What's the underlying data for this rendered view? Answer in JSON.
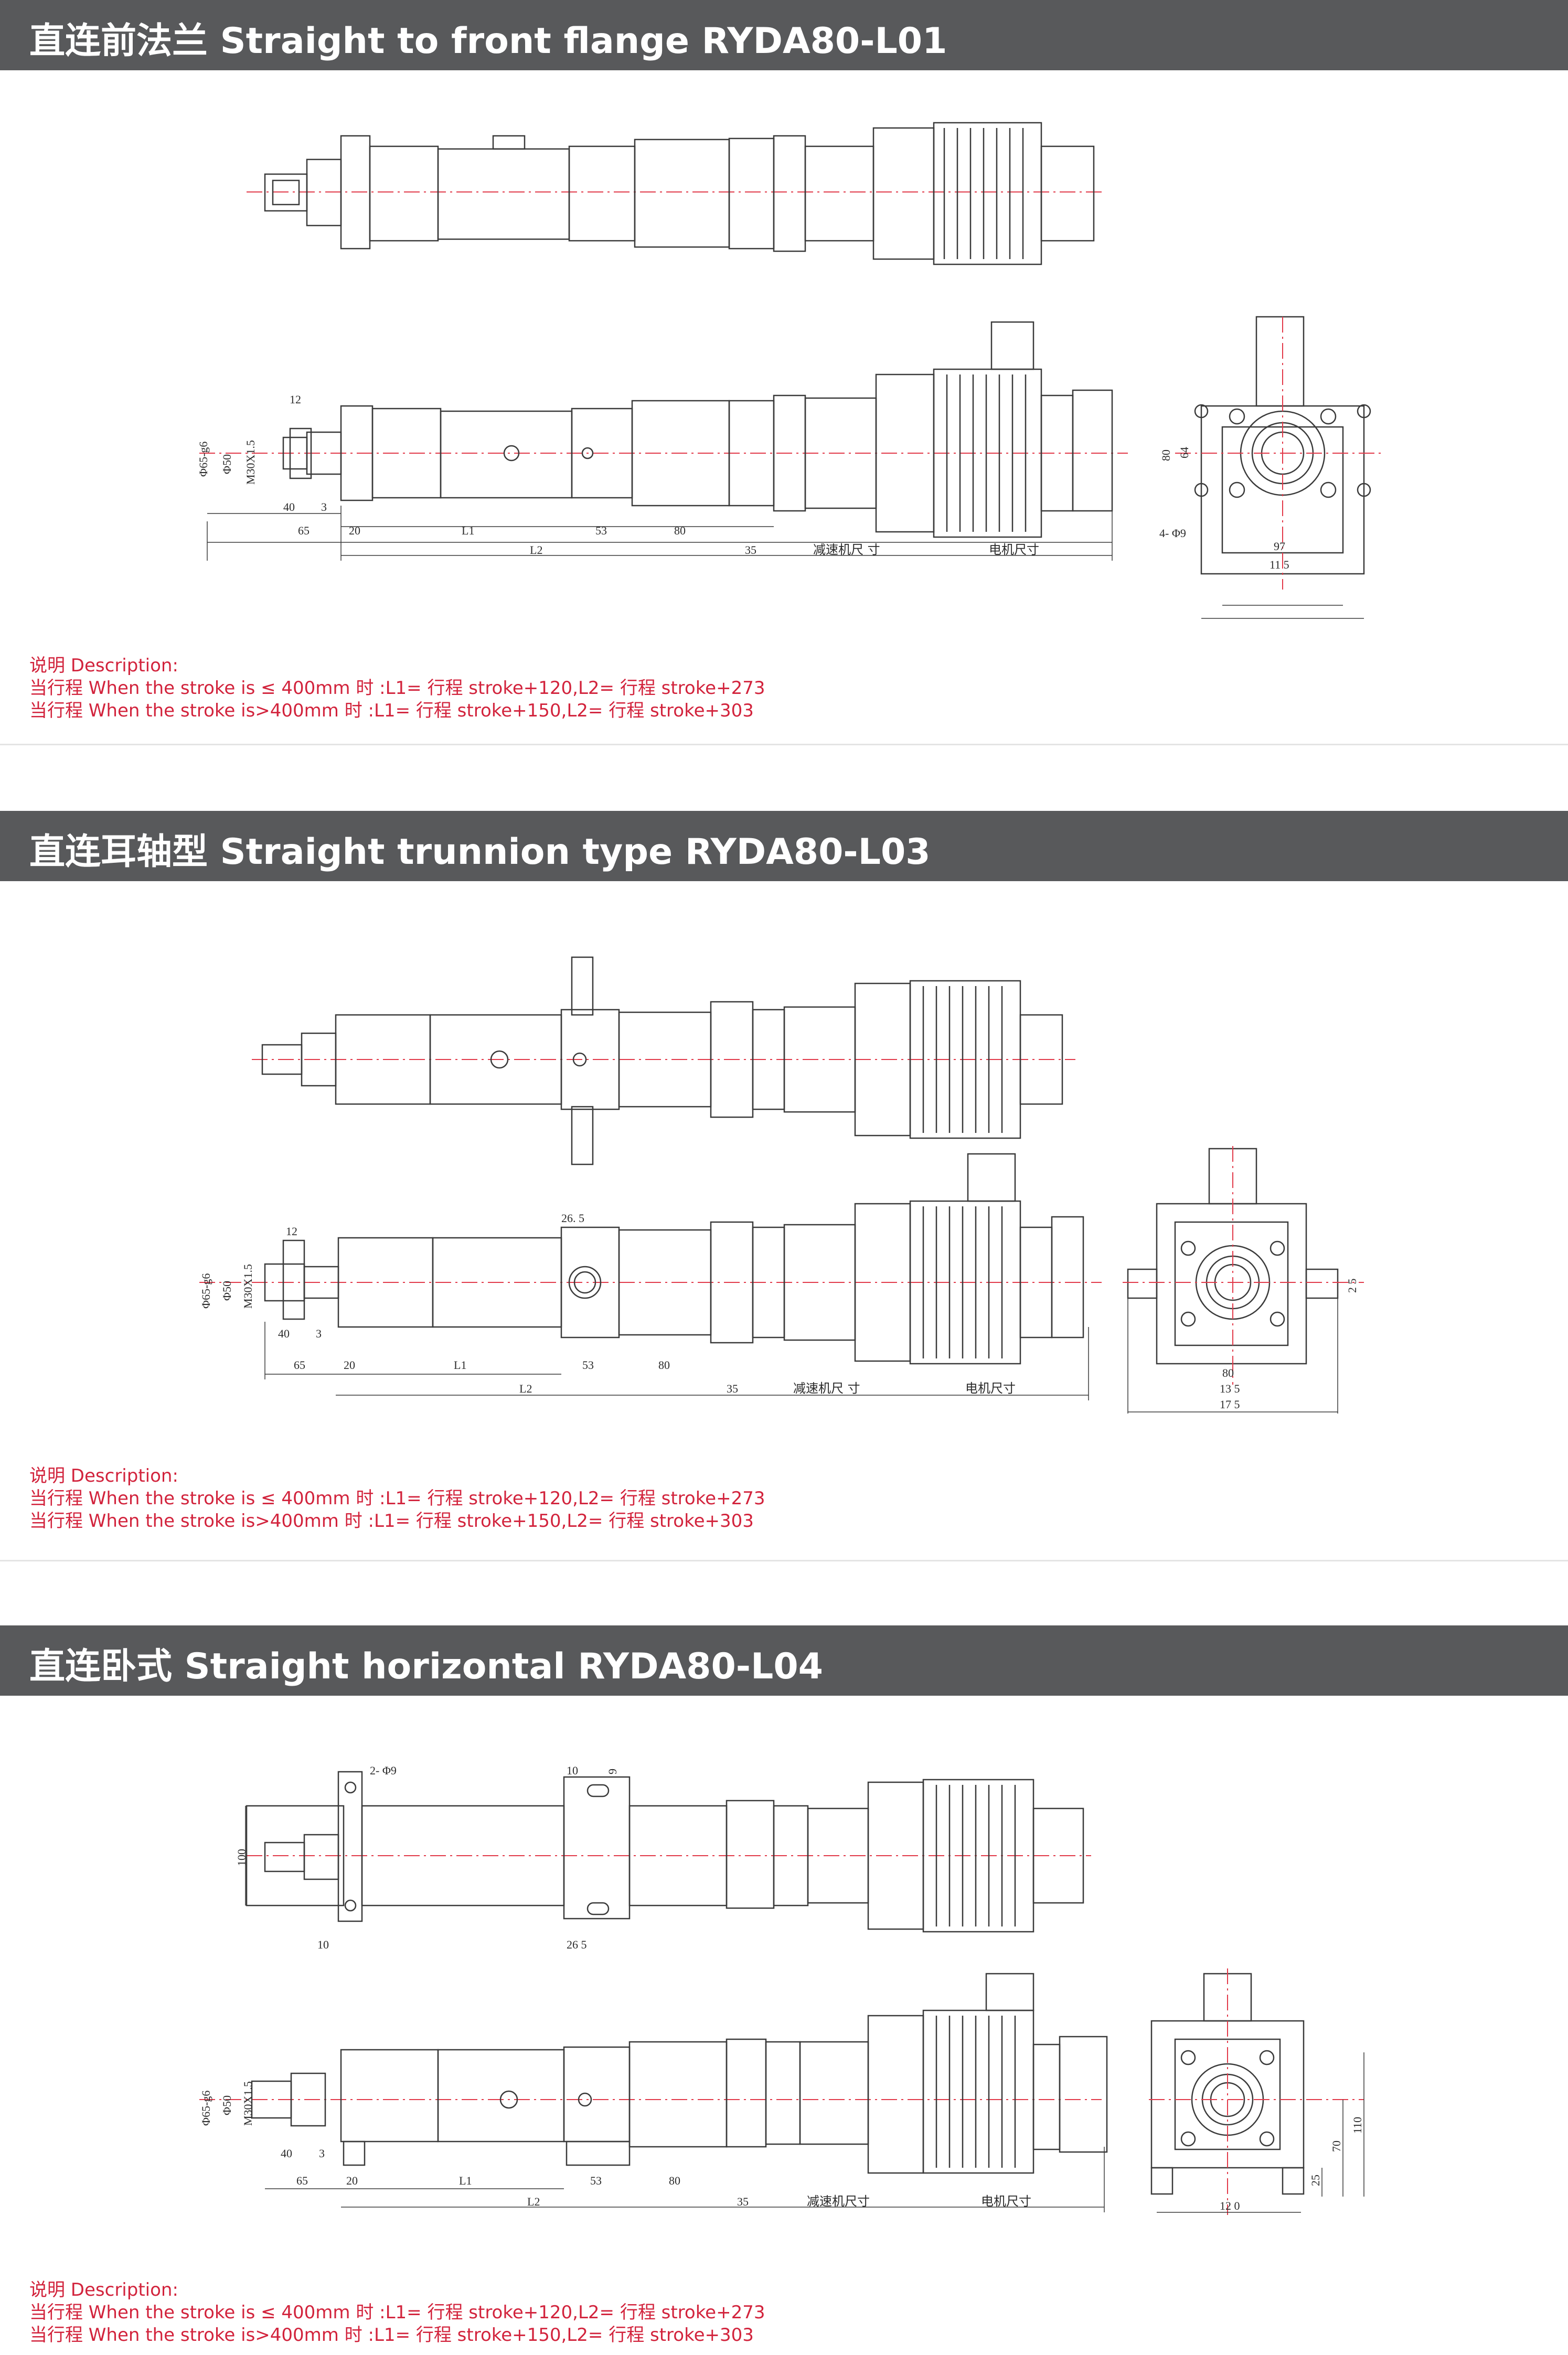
{
  "sections": [
    {
      "title": "直连前法兰 Straight to front flange RYDA80-L01",
      "dims": {
        "d1": "Φ65-g6",
        "d2": "Φ50",
        "d3": "M30X1.5",
        "c12": "12",
        "c40": "40",
        "c3": "3",
        "c65": "65",
        "c20": "20",
        "l1": "L1",
        "c53": "53",
        "c80": "80",
        "l2": "L2",
        "c35": "35",
        "reducer": "减速机尺 寸",
        "motor": "电机尺寸",
        "e80": "80",
        "e64": "64",
        "holes": "4- Φ9",
        "w97": "97",
        "w115": "11 5"
      },
      "description": {
        "heading": "说明 Description:",
        "line1": "当行程 When the stroke is ≤ 400mm 时 :L1= 行程 stroke+120,L2= 行程 stroke+273",
        "line2": "当行程 When the stroke is>400mm 时 :L1= 行程 stroke+150,L2= 行程 stroke+303"
      }
    },
    {
      "title": "直连耳轴型 Straight trunnion type RYDA80-L03",
      "dims": {
        "d1": "Φ65-g6",
        "d2": "Φ50",
        "d3": "M30X1.5",
        "c12": "12",
        "c265": "26. 5",
        "c40": "40",
        "c3": "3",
        "c65": "65",
        "c20": "20",
        "l1": "L1",
        "c53": "53",
        "c80": "80",
        "l2": "L2",
        "c35": "35",
        "reducer": "减速机尺 寸",
        "motor": "电机尺寸",
        "e25": "2 5",
        "w80": "80",
        "w135": "13 5",
        "w175": "17 5"
      },
      "description": {
        "heading": "说明 Description:",
        "line1": "当行程 When the stroke is ≤ 400mm 时 :L1= 行程 stroke+120,L2= 行程 stroke+273",
        "line2": "当行程 When the stroke is>400mm 时 :L1= 行程 stroke+150,L2= 行程 stroke+303"
      }
    },
    {
      "title": "直连卧式 Straight horizontal RYDA80-L04",
      "dims": {
        "holes": "2- Φ9",
        "c10a": "10",
        "c9": "9",
        "c100": "100",
        "c10b": "10",
        "c265": "26 5",
        "d1": "Φ65-g6",
        "d2": "Φ50",
        "d3": "M30X1.5",
        "c40": "40",
        "c3": "3",
        "c65": "65",
        "c20": "20",
        "l1": "L1",
        "c53": "53",
        "c80": "80",
        "l2": "L2",
        "c35": "35",
        "reducer": "减速机尺寸",
        "motor": "电机尺寸",
        "h110": "110",
        "h70": "70",
        "h25": "25",
        "w120": "12 0"
      },
      "description": {
        "heading": "说明 Description:",
        "line1": "当行程 When the stroke is ≤ 400mm 时 :L1= 行程 stroke+120,L2= 行程 stroke+273",
        "line2": "当行程 When the stroke is>400mm 时 :L1= 行程 stroke+150,L2= 行程 stroke+303"
      }
    }
  ],
  "colors": {
    "bar": "#58595b",
    "title_text": "#ffffff",
    "description": "#d2233c",
    "line": "#3a3a3a",
    "centerline": "#e23a4a"
  }
}
